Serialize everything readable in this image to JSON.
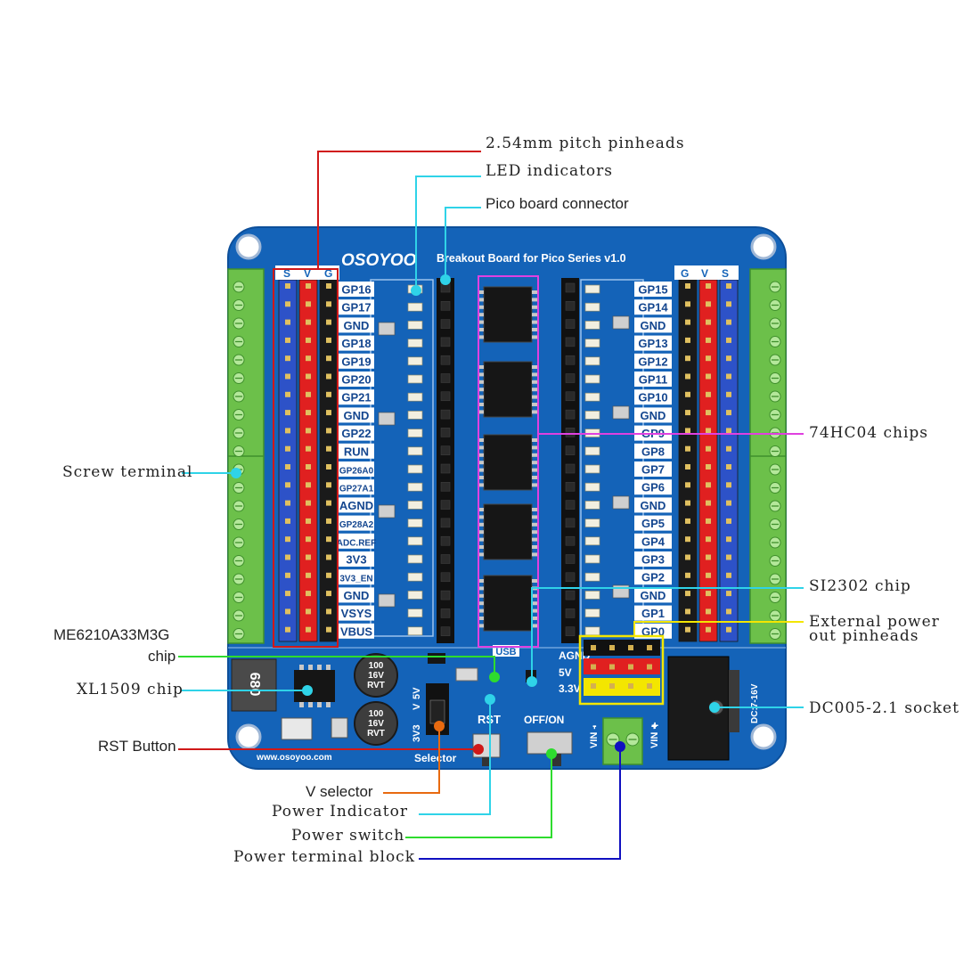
{
  "board": {
    "brand": "OSOYOO",
    "title": "Breakout Board for Pico Series v1.0",
    "website": "www.osoyoo.com",
    "header_left": [
      "S",
      "V",
      "G"
    ],
    "header_right": [
      "G",
      "V",
      "S"
    ],
    "pins_left": [
      "GP16",
      "GP17",
      "GND",
      "GP18",
      "GP19",
      "GP20",
      "GP21",
      "GND",
      "GP22",
      "RUN",
      "GP26A0",
      "GP27A1",
      "AGND",
      "GP28A2",
      "ADC.REF",
      "3V3",
      "3V3_EN",
      "GND",
      "VSYS",
      "VBUS"
    ],
    "pins_right": [
      "GP15",
      "GP14",
      "GND",
      "GP13",
      "GP12",
      "GP11",
      "GP10",
      "GND",
      "GP9",
      "GP8",
      "GP7",
      "GP6",
      "GND",
      "GP5",
      "GP4",
      "GP3",
      "GP2",
      "GND",
      "GP1",
      "GP0"
    ],
    "power_out_labels": [
      "AGND",
      "5V",
      "3.3V"
    ],
    "usb": "USB",
    "rst": "RST",
    "off_on": "OFF/ON",
    "selector": "Selector",
    "v_select_opts": [
      "3V3",
      "V",
      "5V"
    ],
    "vin_minus": "VIN -",
    "vin_plus": "VIN +",
    "minus": "-",
    "plus": "+",
    "dc_label": "DC:7-16V",
    "cap_text": [
      "100",
      "16V",
      "RVT"
    ],
    "inductor_text": "680"
  },
  "callouts": {
    "pitch_pinheads": "2.54mm pitch pinheads",
    "led_indicators": "LED indicators",
    "pico_connector": "Pico board connector",
    "chips_74hc04": "74HC04 chips",
    "screw_terminal": "Screw terminal",
    "si2302": "SI2302 chip",
    "ext_power_1": "External power",
    "ext_power_2": "out pinheads",
    "me6210_1": "ME6210A33M3G",
    "me6210_2": "chip",
    "xl1509": "XL1509 chip",
    "dc005": "DC005-2.1 socket",
    "rst_button": "RST Button",
    "v_selector": "V selector",
    "power_indicator": "Power Indicator",
    "power_switch": "Power switch",
    "power_terminal": "Power terminal block"
  },
  "colors": {
    "board": "#1463b8",
    "board_edge": "#0d4f9a",
    "terminal": "#6cc04a",
    "red_line": "#d01818",
    "cyan_line": "#2fd3e8",
    "magenta_line": "#e040e0",
    "green_line": "#2edc2e",
    "yellow_line": "#f3e600",
    "orange_line": "#e86a10",
    "blue_line": "#1010c0"
  }
}
